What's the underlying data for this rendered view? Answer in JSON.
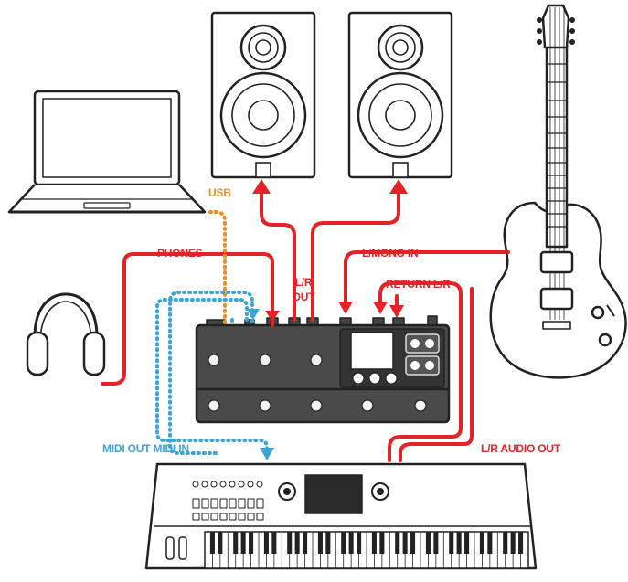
{
  "labels": {
    "usb": "USB",
    "phones": "PHONES",
    "lr_out_line1": "L/R",
    "lr_out_line2": "OUT",
    "l_mono_in": "L/MONO IN",
    "return_lr": "RETURN L/R",
    "midi_out_midi_in": "MIDI OUT MIDI IN",
    "lr_audio_out": "L/R AUDIO OUT"
  },
  "colors": {
    "cable_red": "#e32326",
    "cable_orange": "#e8902a",
    "cable_blue": "#3aa6d8",
    "device_gray": "#444444",
    "outline": "#222222"
  },
  "icons": {
    "laptop": "laptop-icon",
    "speaker": "speaker-icon",
    "guitar": "electric-guitar-icon",
    "headphones": "headphones-icon",
    "pedalboard": "multi-effects-pedalboard-icon",
    "keyboard": "keyboard-synth-icon"
  }
}
